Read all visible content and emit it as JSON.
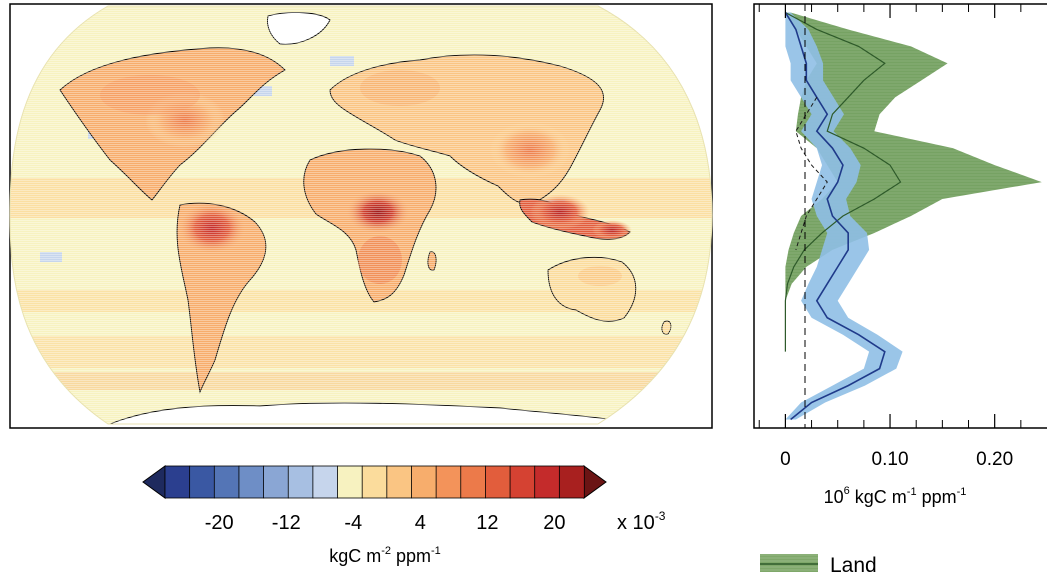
{
  "map": {
    "colorbar": {
      "tick_labels": [
        "-20",
        "-12",
        "-4",
        "4",
        "12",
        "20"
      ],
      "multiplier_prefix": "x 10",
      "multiplier_exponent": "-3",
      "units_label": {
        "pre": "kgC m",
        "sup1": "-2",
        "mid": " ppm",
        "sup2": "-1"
      },
      "colors": [
        "#2b3f8f",
        "#3a58a3",
        "#5475b6",
        "#6e8ec6",
        "#8aa6d4",
        "#a7bfe2",
        "#c6d5ec",
        "#f7f2c0",
        "#fbdc9c",
        "#fac583",
        "#f7ad6c",
        "#f3935a",
        "#ec7a4a",
        "#e25d3c",
        "#d54232",
        "#c42b2b",
        "#a8201f"
      ]
    }
  },
  "profile": {
    "x_tick_labels": [
      "0",
      "0.10",
      "0.20"
    ],
    "x_label": {
      "pre": "10",
      "sup0": "6",
      "mid": " kgC m",
      "sup1": "-1",
      "mid2": " ppm",
      "sup2": "-1"
    },
    "legend": [
      {
        "label": "Land",
        "fill": "#7fa86a",
        "line": "#2e5a2a"
      }
    ]
  },
  "chart_data": [
    {
      "type": "heatmap",
      "title": "",
      "colorbar_range": [
        -20,
        20
      ],
      "colorbar_scale": 0.001,
      "colorbar_ticks": [
        -20,
        -12,
        -4,
        4,
        12,
        20
      ],
      "units": "kgC m-2 ppm-1",
      "note_regions": []
    },
    {
      "type": "area",
      "xlim": [
        -0.03,
        0.25
      ],
      "x_ticks": [
        0,
        0.1,
        0.2
      ],
      "xlabel": "10^6 kgC m-1 ppm-1",
      "series": [
        {
          "name": "Land",
          "y": [
            0.02,
            0.06,
            0.1,
            0.14,
            0.18,
            0.22,
            0.26,
            0.3,
            0.34,
            0.38,
            0.42,
            0.46,
            0.5,
            0.54,
            0.58,
            0.62,
            0.66,
            0.7,
            0.74,
            0.78,
            0.82
          ],
          "median": [
            0.0,
            0.03,
            0.07,
            0.095,
            0.075,
            0.06,
            0.045,
            0.04,
            0.075,
            0.1,
            0.11,
            0.085,
            0.055,
            0.035,
            0.018,
            0.008,
            0.002,
            0.0,
            0.0,
            0.0,
            0.0
          ],
          "lower": [
            0.0,
            0.01,
            0.02,
            0.03,
            0.02,
            0.015,
            0.012,
            0.01,
            0.03,
            0.04,
            0.05,
            0.035,
            0.015,
            0.008,
            0.003,
            0.0,
            0.0,
            0.0,
            0.0,
            0.0,
            0.0
          ],
          "upper": [
            0.005,
            0.06,
            0.12,
            0.155,
            0.13,
            0.105,
            0.09,
            0.085,
            0.16,
            0.2,
            0.245,
            0.15,
            0.12,
            0.085,
            0.045,
            0.02,
            0.006,
            0.0,
            0.0,
            0.0,
            0.0
          ]
        },
        {
          "y": [
            0.02,
            0.06,
            0.1,
            0.14,
            0.18,
            0.22,
            0.26,
            0.3,
            0.34,
            0.38,
            0.42,
            0.46,
            0.5,
            0.54,
            0.58,
            0.62,
            0.66,
            0.7,
            0.74,
            0.78,
            0.82,
            0.86,
            0.9,
            0.94,
            0.98
          ],
          "median": [
            0.0,
            0.01,
            0.015,
            0.02,
            0.02,
            0.03,
            0.04,
            0.03,
            0.045,
            0.055,
            0.05,
            0.04,
            0.045,
            0.06,
            0.06,
            0.05,
            0.04,
            0.03,
            0.04,
            0.07,
            0.095,
            0.09,
            0.06,
            0.025,
            0.005
          ],
          "lower": [
            0.0,
            0.0,
            0.0,
            0.005,
            0.005,
            0.015,
            0.025,
            0.015,
            0.03,
            0.035,
            0.03,
            0.025,
            0.03,
            0.04,
            0.035,
            0.03,
            0.022,
            0.015,
            0.025,
            0.055,
            0.08,
            0.075,
            0.045,
            0.015,
            0.0
          ],
          "upper": [
            0.005,
            0.022,
            0.03,
            0.036,
            0.036,
            0.046,
            0.056,
            0.046,
            0.062,
            0.072,
            0.068,
            0.058,
            0.062,
            0.078,
            0.08,
            0.07,
            0.06,
            0.05,
            0.06,
            0.088,
            0.112,
            0.106,
            0.076,
            0.038,
            0.01
          ]
        },
        {
          "y": [
            0.22,
            0.26,
            0.3,
            0.34,
            0.38,
            0.42,
            0.46,
            0.5,
            0.54,
            0.58
          ],
          "value": [
            0.03,
            0.02,
            0.01,
            0.015,
            0.025,
            0.04,
            0.03,
            0.02,
            0.015,
            0.01
          ]
        }
      ]
    }
  ]
}
